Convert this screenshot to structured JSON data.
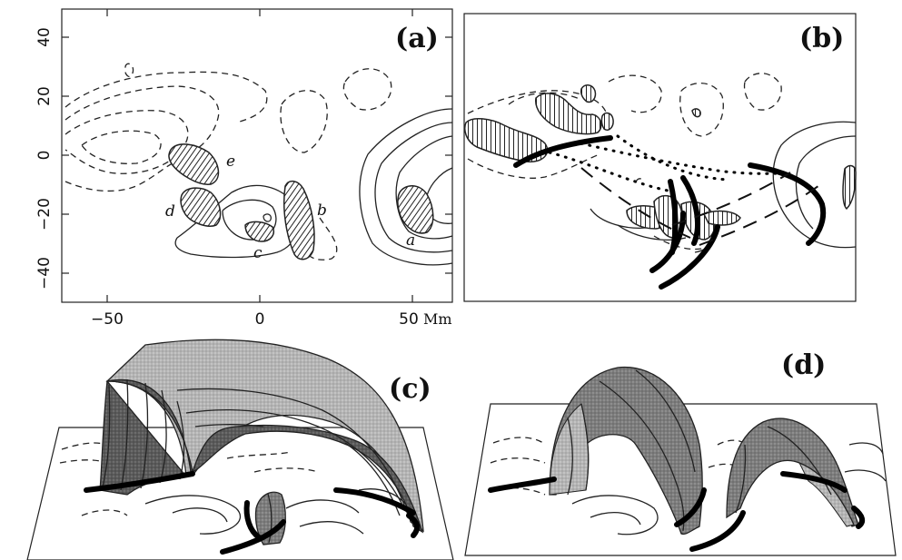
{
  "panels": {
    "a": {
      "label": "(a)",
      "regions": [
        "a",
        "b",
        "c",
        "d",
        "e"
      ]
    },
    "b": {
      "label": "(b)"
    },
    "c": {
      "label": "(c)"
    },
    "d": {
      "label": "(d)"
    }
  },
  "axes": {
    "y_ticks": [
      "40",
      "20",
      "0",
      "−20",
      "−40"
    ],
    "x_ticks": [
      "−50",
      "0",
      "50"
    ],
    "x_unit": "Mm"
  }
}
